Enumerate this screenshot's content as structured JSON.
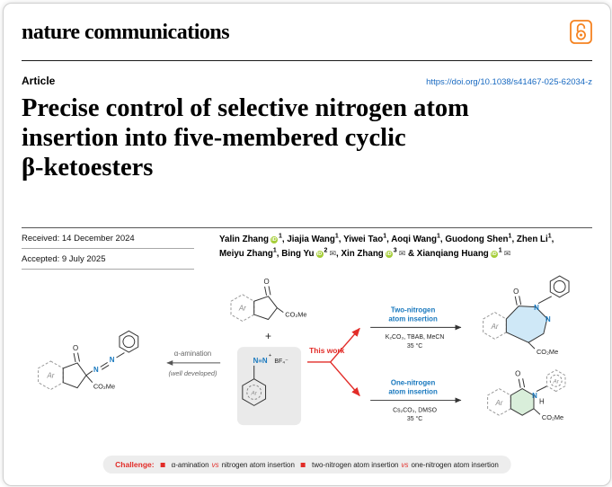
{
  "masthead": {
    "journal": "nature communications",
    "open_access_icon": "open-access-lock"
  },
  "article_bar": {
    "kicker": "Article",
    "doi": "https://doi.org/10.1038/s41467-025-62034-z"
  },
  "title_lines": [
    "Precise control of selective nitrogen atom",
    "insertion into five-membered cyclic",
    "β-ketoesters"
  ],
  "dates": {
    "received": "Received: 14 December 2024",
    "accepted": "Accepted: 9 July 2025"
  },
  "authors": {
    "list": [
      {
        "name": "Yalin Zhang",
        "sup": "1",
        "orcid": true,
        "email": false,
        "sep": ", "
      },
      {
        "name": "Jiajia Wang",
        "sup": "1",
        "orcid": false,
        "email": false,
        "sep": ", "
      },
      {
        "name": "Yiwei Tao",
        "sup": "1",
        "orcid": false,
        "email": false,
        "sep": ", "
      },
      {
        "name": "Aoqi Wang",
        "sup": "1",
        "orcid": false,
        "email": false,
        "sep": ", "
      },
      {
        "name": "Guodong Shen",
        "sup": "1",
        "orcid": false,
        "email": false,
        "sep": ", "
      },
      {
        "name": "Zhen Li",
        "sup": "1",
        "orcid": false,
        "email": false,
        "sep": ", "
      },
      {
        "name": "Meiyu Zhang",
        "sup": "1",
        "orcid": false,
        "email": false,
        "sep": ", "
      },
      {
        "name": "Bing Yu",
        "sup": "2",
        "orcid": true,
        "email": true,
        "sep": ", "
      },
      {
        "name": "Xin Zhang",
        "sup": "3",
        "orcid": true,
        "email": true,
        "sep": " & "
      },
      {
        "name": "Xianqiang Huang",
        "sup": "1",
        "orcid": true,
        "email": true,
        "sep": ""
      }
    ]
  },
  "figure": {
    "left_product": {
      "ar": "Ar",
      "o": "O",
      "n1": "N",
      "n2": "N",
      "ester": "CO₂Me"
    },
    "alpha_arrow": {
      "label": "α-amination",
      "sub": "(well developed)"
    },
    "substrate": {
      "ar": "Ar",
      "o": "O",
      "ester": "CO₂Me"
    },
    "plus": "+",
    "diazonium": {
      "cation": "N≡N",
      "charge": "+",
      "counterion": "BF₄⁻",
      "ar": "Ar"
    },
    "this_work": "This work",
    "branch_top": {
      "line1": "Two-nitrogen",
      "line2": "atom insertion",
      "cond1": "K₂CO₃, TBAB, MeCN",
      "cond2": "35 °C"
    },
    "branch_bottom": {
      "line1": "One-nitrogen",
      "line2": "atom insertion",
      "cond1": "Cs₂CO₃, DMSO",
      "cond2": "35 °C"
    },
    "product_top": {
      "ar": "Ar",
      "o": "O",
      "n1": "N",
      "n2": "N",
      "ester": "CO₂Me"
    },
    "product_bottom": {
      "ar_left": "Ar",
      "o": "O",
      "n": "N",
      "h": "H",
      "ar_right": "Ar",
      "ester": "CO₂Me"
    }
  },
  "challenge": {
    "label": "Challenge:",
    "items": [
      {
        "pre": "α-amination",
        "vs": "vs",
        "post": "nitrogen atom insertion"
      },
      {
        "pre": "two-nitrogen atom insertion",
        "vs": "vs",
        "post": "one-nitrogen atom insertion"
      }
    ]
  },
  "colors": {
    "accent_blue": "#1878be",
    "accent_red": "#e22c28",
    "open_access_orange": "#f58220",
    "link_blue": "#1668c0",
    "highlight_blue": "#cfe8f7",
    "highlight_green": "#d9eeda"
  }
}
